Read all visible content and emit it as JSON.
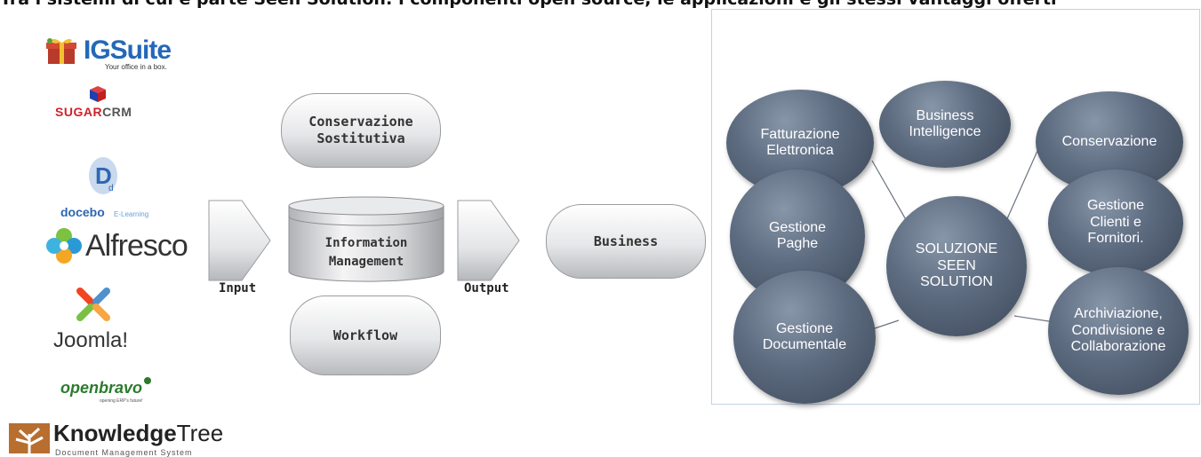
{
  "headline": "Tra i sistemi di cui è parte Seen Solution: i componenti open source, le applicazioni e gli stessi vantaggi offerti",
  "logos": {
    "igsuite": {
      "name": "IGSuite",
      "tagline": "Your office in a box."
    },
    "sugarcrm": {
      "name_a": "SUGAR",
      "name_b": "CRM"
    },
    "docebo": {
      "name": "docebo",
      "sub": "E-Learning"
    },
    "alfresco": {
      "name": "Alfresco"
    },
    "joomla": {
      "name": "Joomla!"
    },
    "openbravo": {
      "name": "openbravo",
      "sub": "opening ERP's future!"
    },
    "knowledgetree": {
      "name_a": "Knowledge",
      "name_b": "Tree",
      "sub": "Document Management System"
    }
  },
  "flow": {
    "input_label": "Input",
    "output_label": "Output",
    "top_node": [
      "Conservazione",
      "Sostitutiva"
    ],
    "db_node": [
      "Information",
      "Management"
    ],
    "bottom_node": "Workflow",
    "business_node": "Business"
  },
  "solution": {
    "center": [
      "SOLUZIONE",
      "SEEN",
      "SOLUTION"
    ],
    "fatturazione": [
      "Fatturazione",
      "Elettronica"
    ],
    "bi": [
      "Business",
      "Intelligence"
    ],
    "conservazione": "Conservazione",
    "paghe": [
      "Gestione",
      "Paghe"
    ],
    "clienti": [
      "Gestione",
      "Clienti e",
      "Fornitori."
    ],
    "documentale": [
      "Gestione",
      "Documentale"
    ],
    "archiviazione": [
      "Archiviazione,",
      "Condivisione e",
      "Collaborazione"
    ]
  },
  "colors": {
    "bubble": "#5d6b80",
    "panel_border": "#c3d2e6",
    "igsuite_blue": "#2468b8",
    "sugar_red": "#d0232a"
  }
}
